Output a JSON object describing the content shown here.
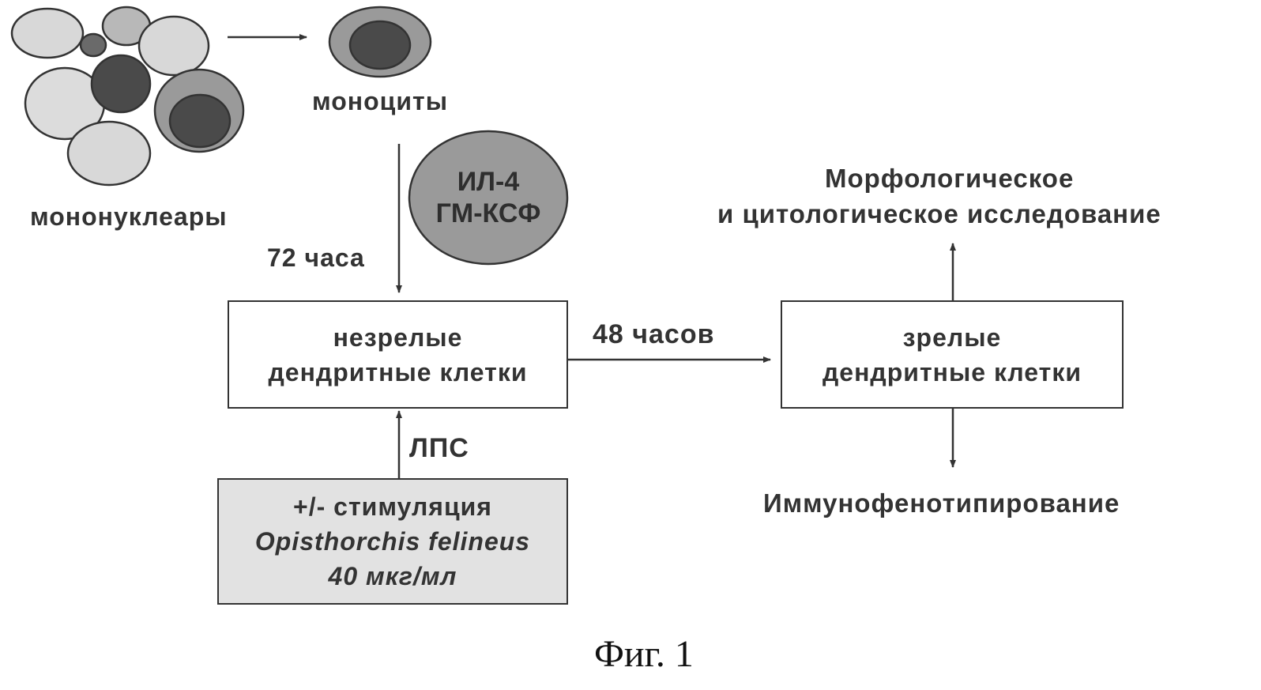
{
  "cells_label": "мононуклеары",
  "monocytes_label": "моноциты",
  "cytokines": {
    "line1": "ИЛ-4",
    "line2": "ГМ-КСФ"
  },
  "time_72": "72 часа",
  "immature_box": {
    "line1": "незрелые",
    "line2": "дендритные клетки"
  },
  "time_48": "48 часов",
  "mature_box": {
    "line1": "зрелые",
    "line2": "дендритные клетки"
  },
  "morphology": {
    "line1": "Морфологическое",
    "line2": "и цитологическое исследование"
  },
  "immunophenotyping": "Иммунофенотипирование",
  "lps_label": "ЛПС",
  "stimulation_box": {
    "line1": "+/- стимуляция",
    "line2": "Opisthorchis felineus",
    "line3": "40 мкг/мл"
  },
  "caption": "Фиг. 1",
  "colors": {
    "light_cell": "#d8d8d8",
    "mid_cell": "#9a9a9a",
    "dark_nucleus": "#4a4a4a",
    "stroke": "#333333",
    "stim_fill": "#e2e2e2"
  }
}
